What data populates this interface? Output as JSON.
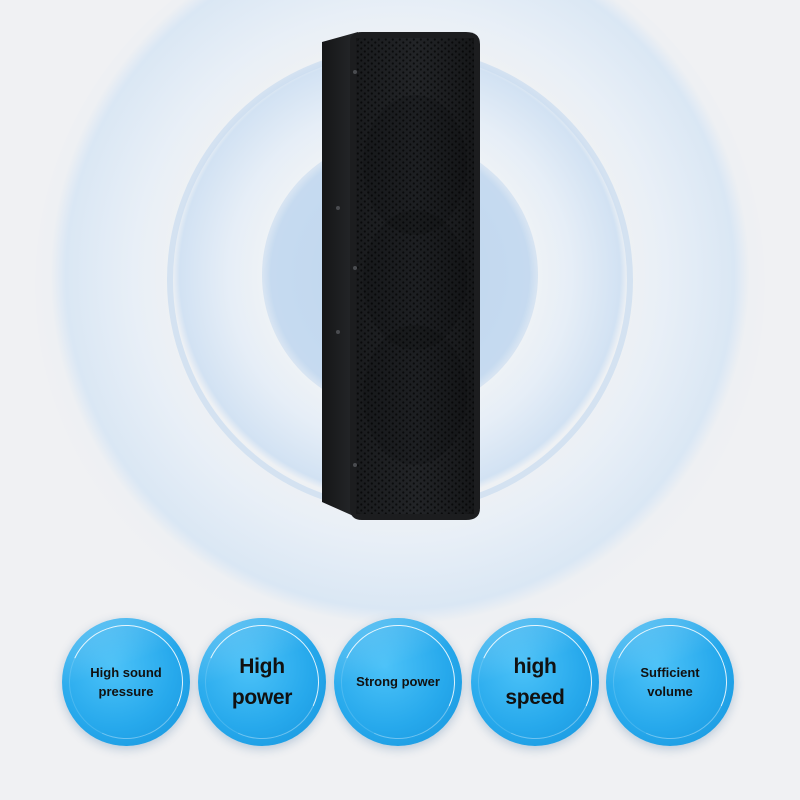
{
  "colors": {
    "background": "#f0f1f3",
    "ring_glow": "#cfe0f2",
    "badge_blue": "#27a9ec",
    "badge_text": "#111111",
    "speaker_body": "#1c1d1f"
  },
  "features": [
    {
      "label": "High sound pressure",
      "style": "small"
    },
    {
      "label": "High power",
      "style": "large"
    },
    {
      "label": "Strong power",
      "style": "small"
    },
    {
      "label": "high speed",
      "style": "large"
    },
    {
      "label": "Sufficient volume",
      "style": "small"
    }
  ]
}
